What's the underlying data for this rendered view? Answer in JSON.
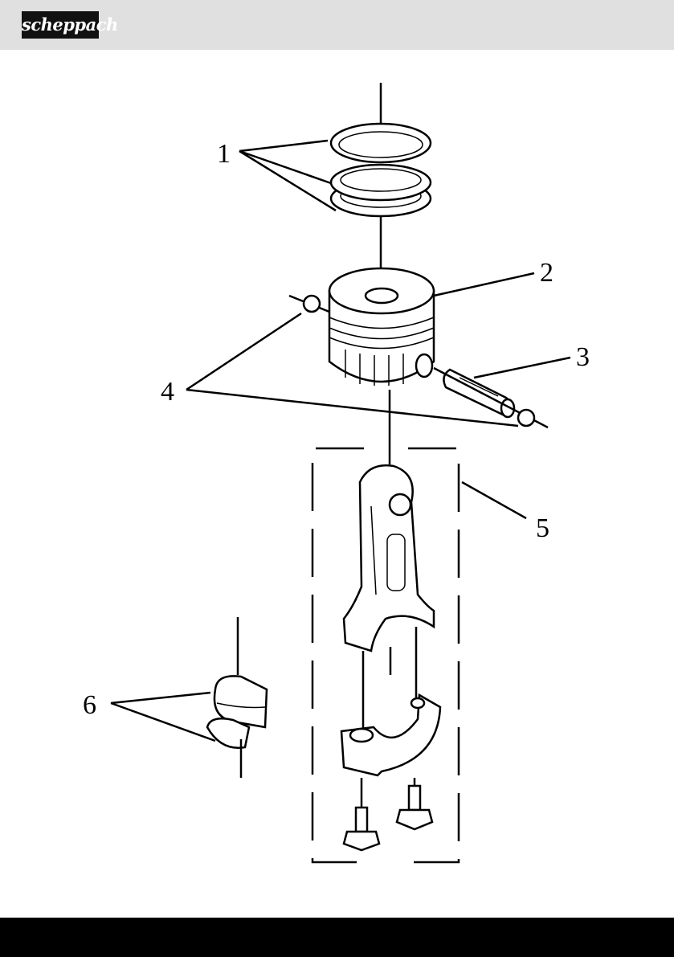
{
  "header": {
    "logo_text": "scheppach"
  },
  "diagram": {
    "callouts": [
      "1",
      "2",
      "3",
      "4",
      "5",
      "6"
    ]
  },
  "colors": {
    "header_bg": "#e0e0e0",
    "footer_bg": "#000000",
    "ink": "#000000"
  }
}
